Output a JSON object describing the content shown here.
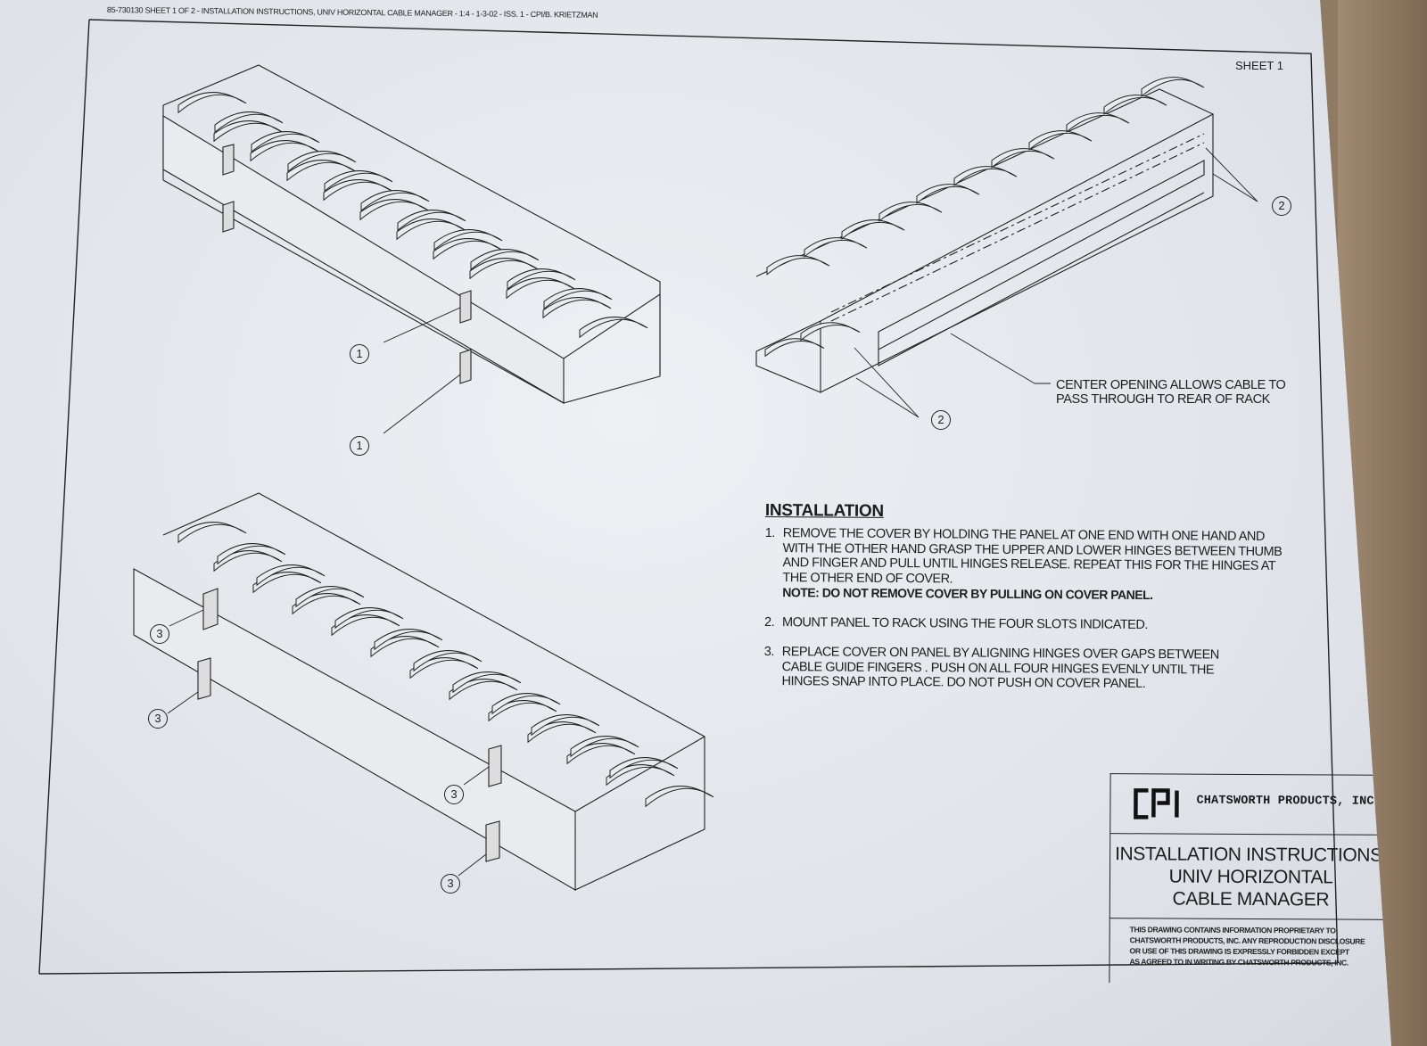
{
  "header": {
    "line": "85-730130   SHEET 1 OF 2 - INSTALLATION INSTRUCTIONS, UNIV HORIZONTAL CABLE MANAGER - 1:4 - 1-3-02 - ISS. 1 - CPI/B. KRIETZMAN"
  },
  "sheet_label": "SHEET 1",
  "callouts": {
    "one": "1",
    "two": "2",
    "three": "3"
  },
  "center_note": {
    "line1": "CENTER OPENING ALLOWS CABLE TO",
    "line2": "PASS THROUGH TO REAR OF RACK"
  },
  "installation": {
    "heading": "INSTALLATION",
    "steps": [
      {
        "num": "1.",
        "text": "REMOVE THE COVER BY HOLDING THE PANEL AT ONE END WITH ONE HAND AND\nWITH THE OTHER HAND GRASP THE UPPER AND LOWER HINGES BETWEEN THUMB\nAND FINGER AND PULL UNTIL HINGES RELEASE. REPEAT THIS FOR THE HINGES AT\nTHE OTHER END OF COVER.",
        "note": "NOTE: DO NOT REMOVE COVER BY PULLING ON COVER PANEL."
      },
      {
        "num": "2.",
        "text": "MOUNT PANEL TO RACK USING THE FOUR SLOTS INDICATED."
      },
      {
        "num": "3.",
        "text": "REPLACE COVER ON PANEL BY ALIGNING HINGES OVER GAPS BETWEEN\nCABLE GUIDE FINGERS . PUSH ON ALL FOUR HINGES EVENLY UNTIL THE\nHINGES SNAP INTO PLACE. DO NOT PUSH ON COVER PANEL."
      }
    ]
  },
  "title_block": {
    "company": "CHATSWORTH PRODUCTS, INC.",
    "title_line1": "INSTALLATION INSTRUCTIONS,",
    "title_line2": "UNIV HORIZONTAL",
    "title_line3": "CABLE MANAGER",
    "disclaimer": [
      "THIS DRAWING CONTAINS INFORMATION PROPRIETARY TO",
      "CHATSWORTH PRODUCTS, INC. ANY REPRODUCTION DISCLOSURE",
      "OR USE OF THIS DRAWING IS EXPRESSLY FORBIDDEN EXCEPT",
      "AS AGREED TO IN WRITING BY CHATSWORTH PRODUCTS, INC."
    ],
    "logo_text": "CPI"
  },
  "colors": {
    "paper": "#e6e8ee",
    "ink": "#1d1d1d",
    "background": "#8f7a64"
  }
}
